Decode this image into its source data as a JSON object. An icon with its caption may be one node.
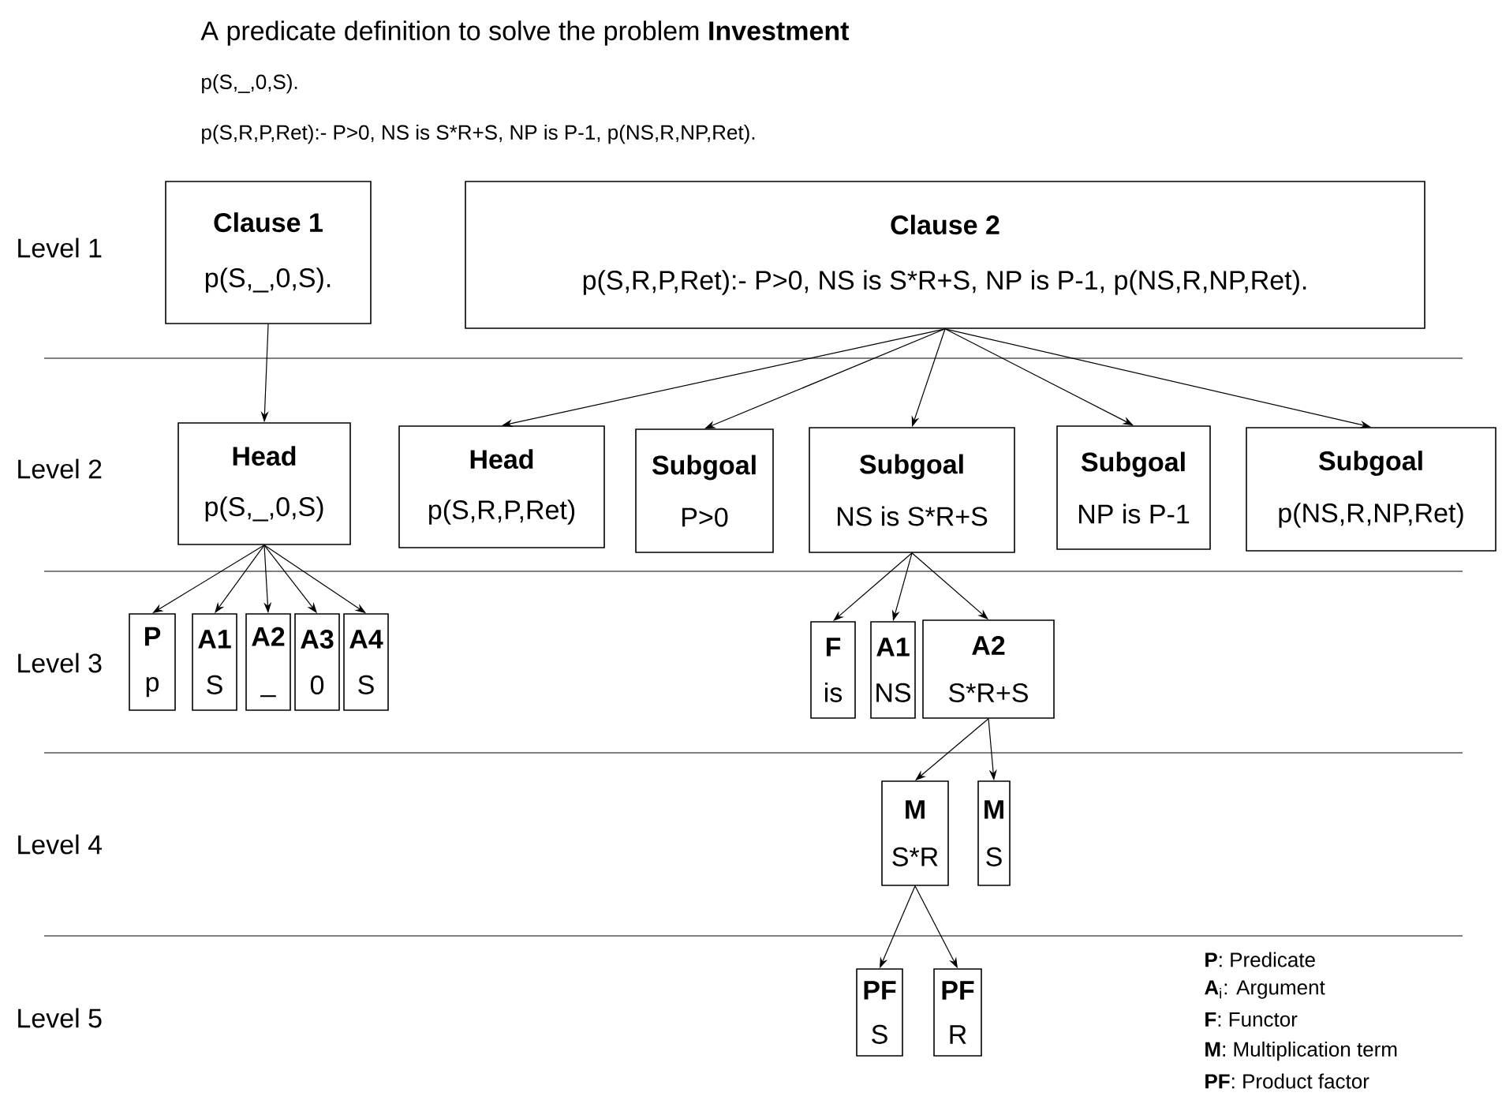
{
  "diagram": {
    "title": "A predicate definition to solve the problem **Investment**",
    "nodes": [
      {
        "text": [
          "Clause 1",
          "p(S,_,0,S)."
        ]
      },
      {
        "text": [
          "Clause 2",
          "p(S,R,P,Ret):- P>0, NS is S*R+S, NP is P-1, p(NS,R,NP,Ret)."
        ]
      },
      {
        "text": [
          "Head",
          "p(S,_,0,S)"
        ]
      },
      {
        "text": [
          "Head",
          "p(S,R,P,Ret)"
        ]
      },
      {
        "text": [
          "Subgoal",
          "P>0"
        ]
      },
      {
        "text": [
          "Subgoal",
          "NS is S*R+S"
        ]
      },
      {
        "text": [
          "Subgoal",
          "NP is P-1"
        ]
      },
      {
        "text": [
          "Subgoal",
          "p(NS,R,NP,Ret)"
        ]
      },
      {
        "text": [
          "P",
          "p"
        ]
      },
      {
        "text": [
          "A1",
          "S"
        ]
      },
      {
        "text": [
          "A2",
          "_"
        ]
      },
      {
        "text": [
          "A3",
          "0"
        ]
      },
      {
        "text": [
          "A4",
          "S"
        ]
      },
      {
        "text": [
          "F",
          "is"
        ]
      },
      {
        "text": [
          "A1",
          "NS"
        ]
      },
      {
        "text": [
          "A2",
          "S*R+S"
        ]
      },
      {
        "text": [
          "M",
          "S*R"
        ]
      },
      {
        "text": [
          "M",
          "S"
        ]
      },
      {
        "text": [
          "PF",
          "S"
        ]
      },
      {
        "text": [
          "PF",
          "R"
        ]
      }
    ],
    "edges": [
      {
        "from": 0,
        "to": 2,
        "arrow": "to"
      },
      {
        "from": 1,
        "to": 3,
        "arrow": "to"
      },
      {
        "from": 1,
        "to": 4,
        "arrow": "to"
      },
      {
        "from": 1,
        "to": 5,
        "arrow": "to"
      },
      {
        "from": 1,
        "to": 6,
        "arrow": "to"
      },
      {
        "from": 1,
        "to": 7,
        "arrow": "to"
      },
      {
        "from": 2,
        "to": 8,
        "arrow": "to"
      },
      {
        "from": 2,
        "to": 9,
        "arrow": "to"
      },
      {
        "from": 2,
        "to": 10,
        "arrow": "to"
      },
      {
        "from": 2,
        "to": 11,
        "arrow": "to"
      },
      {
        "from": 2,
        "to": 12,
        "arrow": "to"
      },
      {
        "from": 5,
        "to": 13,
        "arrow": "to"
      },
      {
        "from": 5,
        "to": 14,
        "arrow": "to"
      },
      {
        "from": 5,
        "to": 15,
        "arrow": "to"
      },
      {
        "from": 15,
        "to": 16,
        "arrow": "to"
      },
      {
        "from": 15,
        "to": 17,
        "arrow": "to"
      },
      {
        "from": 16,
        "to": 18,
        "arrow": "to"
      },
      {
        "from": 16,
        "to": 19,
        "arrow": "to"
      }
    ],
    "labels": [
      "p(S,_,0,S).",
      "p(S,R,P,Ret):- P>0, NS is S*R+S, NP is P-1, p(NS,R,NP,Ret).",
      "Level 1",
      "Level 2",
      "Level 3",
      "Level 4",
      "Level 5",
      "**P**: Predicate",
      "**A**$_{i}$: Argument",
      "**F**: Functor",
      "**M**: Multiplication term",
      "**PF**: Product factor"
    ]
  }
}
